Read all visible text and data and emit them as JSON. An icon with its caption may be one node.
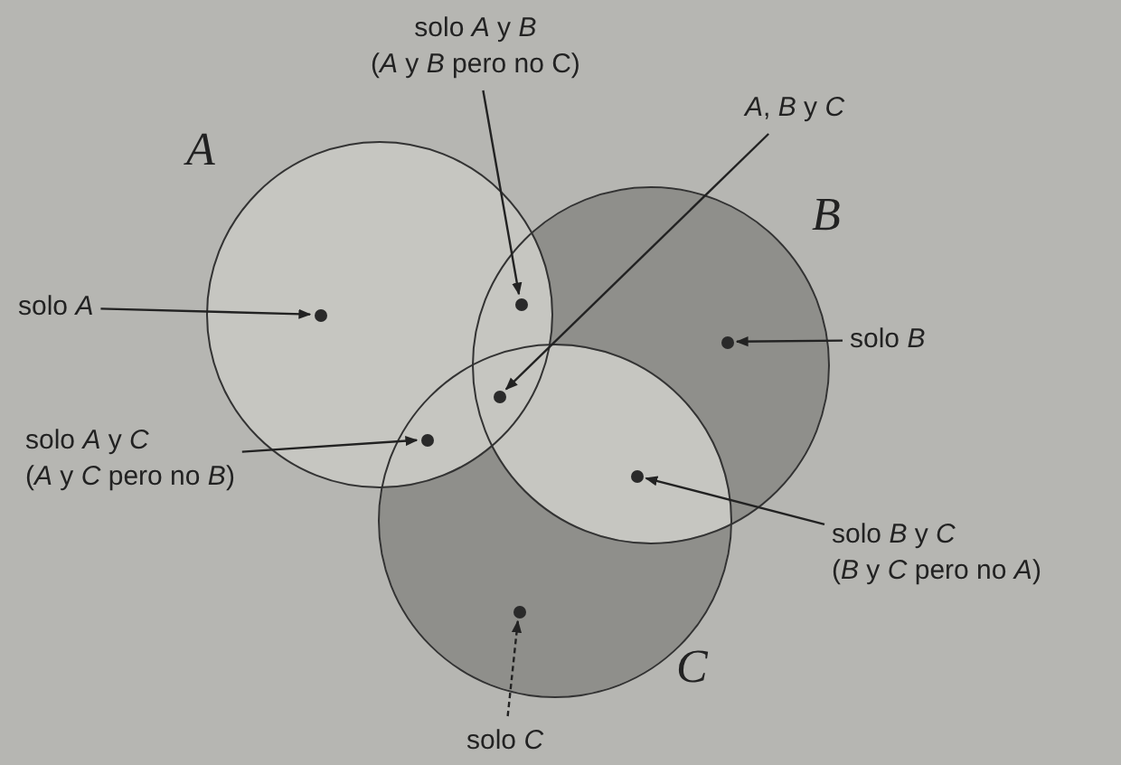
{
  "diagram": {
    "nodes": [
      {
        "text": [
          "*A*"
        ]
      },
      {
        "text": [
          "*B*"
        ]
      },
      {
        "text": [
          "*C*"
        ]
      },
      {
        "text": [
          "solo *A* y *B*",
          "(*A* y *B* pero no C)"
        ]
      },
      {
        "text": [
          "*A*, *B* y *C*"
        ]
      },
      {
        "text": [
          "solo *A*"
        ]
      },
      {
        "text": [
          "solo *B*"
        ]
      },
      {
        "text": [
          "solo *A* y *C*",
          "(*A* y *C* pero no *B*)"
        ]
      },
      {
        "text": [
          "solo *B* y *C*",
          "(*B* y *C* pero no *A*)"
        ]
      },
      {
        "text": [
          "solo *C*"
        ]
      },
      {
        "text": [],
        "shape": "circle",
        "in": 0
      },
      {
        "text": [],
        "shape": "circle"
      },
      {
        "text": [],
        "shape": "circle"
      },
      {
        "text": [],
        "shape": "circle",
        "in": 1
      },
      {
        "text": [],
        "shape": "circle"
      },
      {
        "text": [],
        "shape": "circle"
      },
      {
        "text": [],
        "shape": "circle",
        "in": 2
      }
    ],
    "edges": [
      {
        "from": 5,
        "to": 10,
        "arrow": "to"
      },
      {
        "from": 3,
        "to": 11,
        "arrow": "to"
      },
      {
        "from": 4,
        "to": 12,
        "arrow": "to"
      },
      {
        "from": 6,
        "to": 13,
        "arrow": "to"
      },
      {
        "from": 7,
        "to": 14,
        "arrow": "to"
      },
      {
        "from": 8,
        "to": 15,
        "arrow": "to"
      },
      {
        "from": 9,
        "to": 16,
        "arrow": "to",
        "style": "dashed"
      }
    ]
  }
}
